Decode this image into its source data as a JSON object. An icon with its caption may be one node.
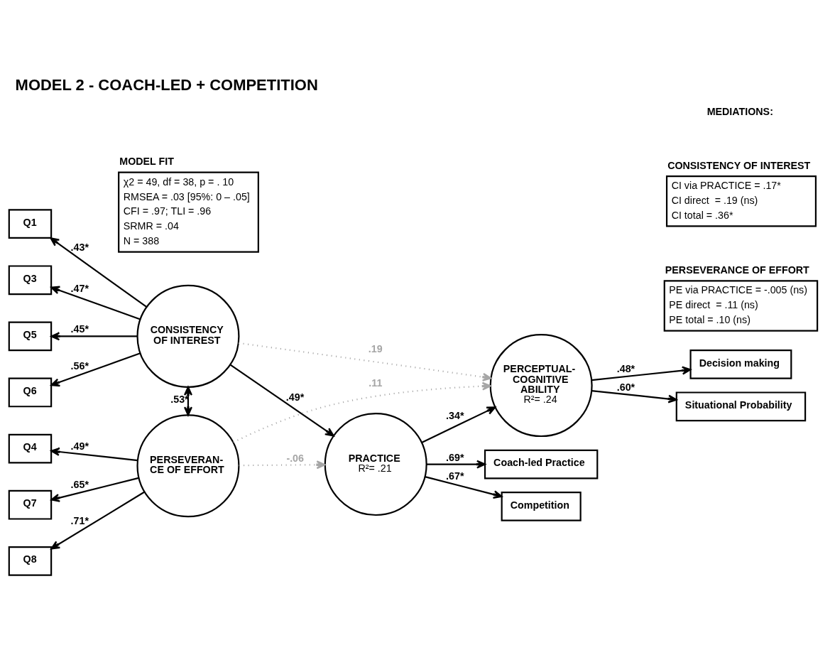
{
  "diagram": {
    "title": "MODEL 2 - COACH-LED + COMPETITION",
    "nodes": [
      {
        "text": [
          "Coach-led Practice"
        ]
      },
      {
        "text": [
          "Competition"
        ]
      },
      {
        "text": [
          "PRACTICE",
          "R²= .21"
        ]
      },
      {
        "text": [
          "Q1"
        ]
      },
      {
        "text": [
          "Q3"
        ]
      },
      {
        "text": [
          "Q5"
        ]
      },
      {
        "text": [
          "Q6"
        ]
      },
      {
        "text": [
          "CONSISTENCY OF INTEREST"
        ]
      },
      {
        "text": [
          "PERCEPTUAL- COGNITIVE ABILITY",
          "R²= .24"
        ]
      },
      {
        "text": [
          "Decision making"
        ]
      },
      {
        "text": [
          "Situational Probability"
        ]
      },
      {
        "text": [
          "Q4"
        ]
      },
      {
        "text": [
          "Q7"
        ]
      },
      {
        "text": [
          "Q8"
        ]
      },
      {
        "text": [
          "PERSEVERAN- CE OF EFFORT"
        ]
      },
      {
        "text": [
          "MODEL FIT",
          "χ2 = 49, df = 38, p = . 10",
          "RMSEA = .03 [95%: 0 – .05]",
          "CFI = .97; TLI = .96",
          "SRMR = .04",
          "N = 388"
        ]
      },
      {
        "text": [
          "CONSISTENCY OF INTEREST",
          "CI via PRACTICE = .17*",
          "CI direct  = .19 (ns)",
          "CI total = .36*"
        ]
      },
      {
        "text": [
          "PERSEVERANCE OF EFFORT",
          "PE via PRACTICE = -.005 (ns)",
          "PE direct  = .11 (ns)",
          "PE total = .10 (ns)"
        ]
      }
    ],
    "edges": [
      {
        "from": 2,
        "to": 0,
        "arrow": "to",
        "label": ".69*"
      },
      {
        "from": 2,
        "to": 1,
        "arrow": "to",
        "label": ".67*"
      },
      {
        "from": 7,
        "to": 3,
        "arrow": "to",
        "label": ".43*"
      },
      {
        "from": 7,
        "to": 4,
        "arrow": "to",
        "label": ".47*"
      },
      {
        "from": 7,
        "to": 5,
        "arrow": "to",
        "label": ".45*"
      },
      {
        "from": 7,
        "to": 6,
        "arrow": "to",
        "label": ".56*"
      },
      {
        "from": 7,
        "to": 2,
        "arrow": "to",
        "label": ".49*"
      },
      {
        "from": 14,
        "to": 2,
        "arrow": "to",
        "label": "-.06",
        "style": "dashed",
        "color": "#a6a6a6"
      },
      {
        "from": 7,
        "to": 8,
        "arrow": "to",
        "label": ".19",
        "style": "dashed",
        "color": "#a6a6a6"
      },
      {
        "from": 7,
        "to": 14,
        "arrow": "both",
        "label": ".53*"
      },
      {
        "from": 2,
        "to": 8,
        "arrow": "to",
        "label": ".34*"
      },
      {
        "from": 8,
        "to": 9,
        "arrow": "to",
        "label": ".48*"
      },
      {
        "from": 8,
        "to": 10,
        "arrow": "to",
        "label": ".60*"
      },
      {
        "from": 14,
        "to": 11,
        "arrow": "to",
        "label": ".49*"
      },
      {
        "from": 14,
        "to": 12,
        "arrow": "to",
        "label": ".65*"
      },
      {
        "from": 14,
        "to": 13,
        "arrow": "to",
        "label": ".71*"
      },
      {
        "from": 14,
        "to": 8,
        "arrow": "to",
        "label": ".11",
        "style": "dashed",
        "color": "#a6a6a6"
      }
    ],
    "labels": [
      "MEDIATIONS:"
    ]
  }
}
